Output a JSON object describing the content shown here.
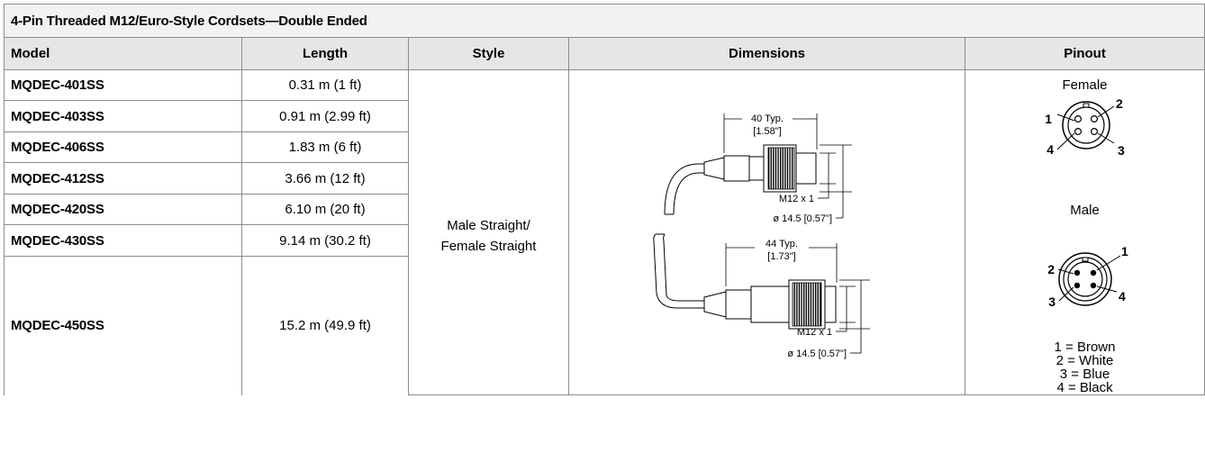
{
  "title": "4-Pin Threaded M12/Euro-Style Cordsets—Double Ended",
  "columns": {
    "model": "Model",
    "length": "Length",
    "style": "Style",
    "dimensions": "Dimensions",
    "pinout": "Pinout"
  },
  "rows": [
    {
      "model": "MQDEC-401SS",
      "length": "0.31 m (1 ft)"
    },
    {
      "model": "MQDEC-403SS",
      "length": "0.91 m (2.99 ft)"
    },
    {
      "model": "MQDEC-406SS",
      "length": "1.83 m (6 ft)"
    },
    {
      "model": "MQDEC-412SS",
      "length": "3.66 m (12 ft)"
    },
    {
      "model": "MQDEC-420SS",
      "length": "6.10 m (20 ft)"
    },
    {
      "model": "MQDEC-430SS",
      "length": "9.14 m (30.2 ft)"
    },
    {
      "model": "MQDEC-450SS",
      "length": "15.2 m (49.9 ft)"
    }
  ],
  "style": {
    "line1": "Male Straight/",
    "line2": "Female Straight"
  },
  "dimensions": {
    "male": {
      "typ": "40 Typ.",
      "typ_in": "[1.58\"]",
      "thread": "M12 x 1",
      "diameter": "ø 14.5 [0.57\"]"
    },
    "female": {
      "typ": "44 Typ.",
      "typ_in": "[1.73\"]",
      "thread": "M12 x 1",
      "diameter": "ø 14.5 [0.57\"]"
    }
  },
  "pinout": {
    "female_label": "Female",
    "male_label": "Male",
    "female_pins": [
      "1",
      "2",
      "3",
      "4"
    ],
    "male_pins": [
      "1",
      "2",
      "3",
      "4"
    ],
    "legend": [
      "1 = Brown",
      "2 = White",
      "3 = Blue",
      "4 = Black"
    ]
  }
}
